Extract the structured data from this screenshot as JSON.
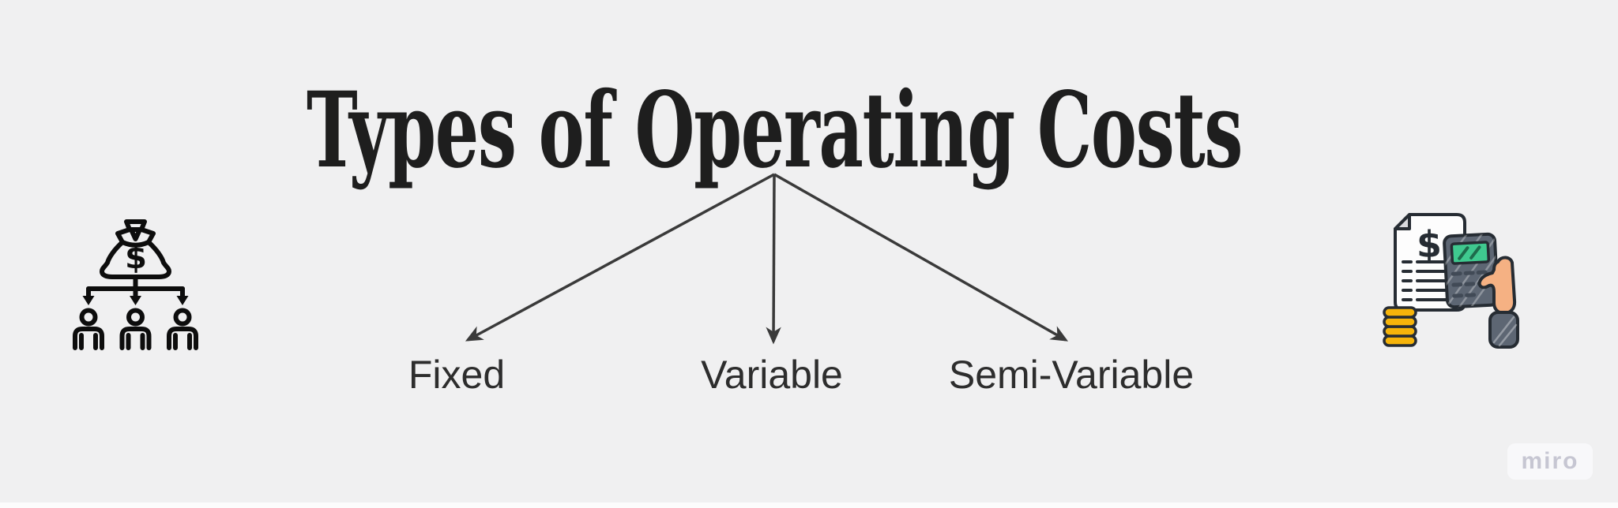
{
  "canvas": {
    "background": "#f0f0f1",
    "bottom_strip": "#fcfcfc"
  },
  "title": {
    "text": "Types of Operating Costs",
    "color": "#1e1e1e"
  },
  "diagram": {
    "arrow_color": "#3a3a3a",
    "label_color": "#2d2d2d",
    "branches": [
      {
        "label": "Fixed"
      },
      {
        "label": "Variable"
      },
      {
        "label": "Semi-Variable"
      }
    ]
  },
  "icons": {
    "left": {
      "name": "money-bag-distribution",
      "stroke_color": "#0d0d0d",
      "dollar_symbol": "$"
    },
    "right": {
      "name": "hand-holding-calculator-with-invoice",
      "outline_color": "#262c33",
      "calculator_color": "#5d6673",
      "screen_color": "#3fc98f",
      "coin_color": "#f6b40a",
      "skin_color": "#f5b183",
      "paper_color": "#fdfdfd",
      "dollar_symbol": "$"
    }
  },
  "watermark": {
    "text": "miro",
    "text_color": "#c6c6d2",
    "badge_color": "#f8f8fa"
  }
}
